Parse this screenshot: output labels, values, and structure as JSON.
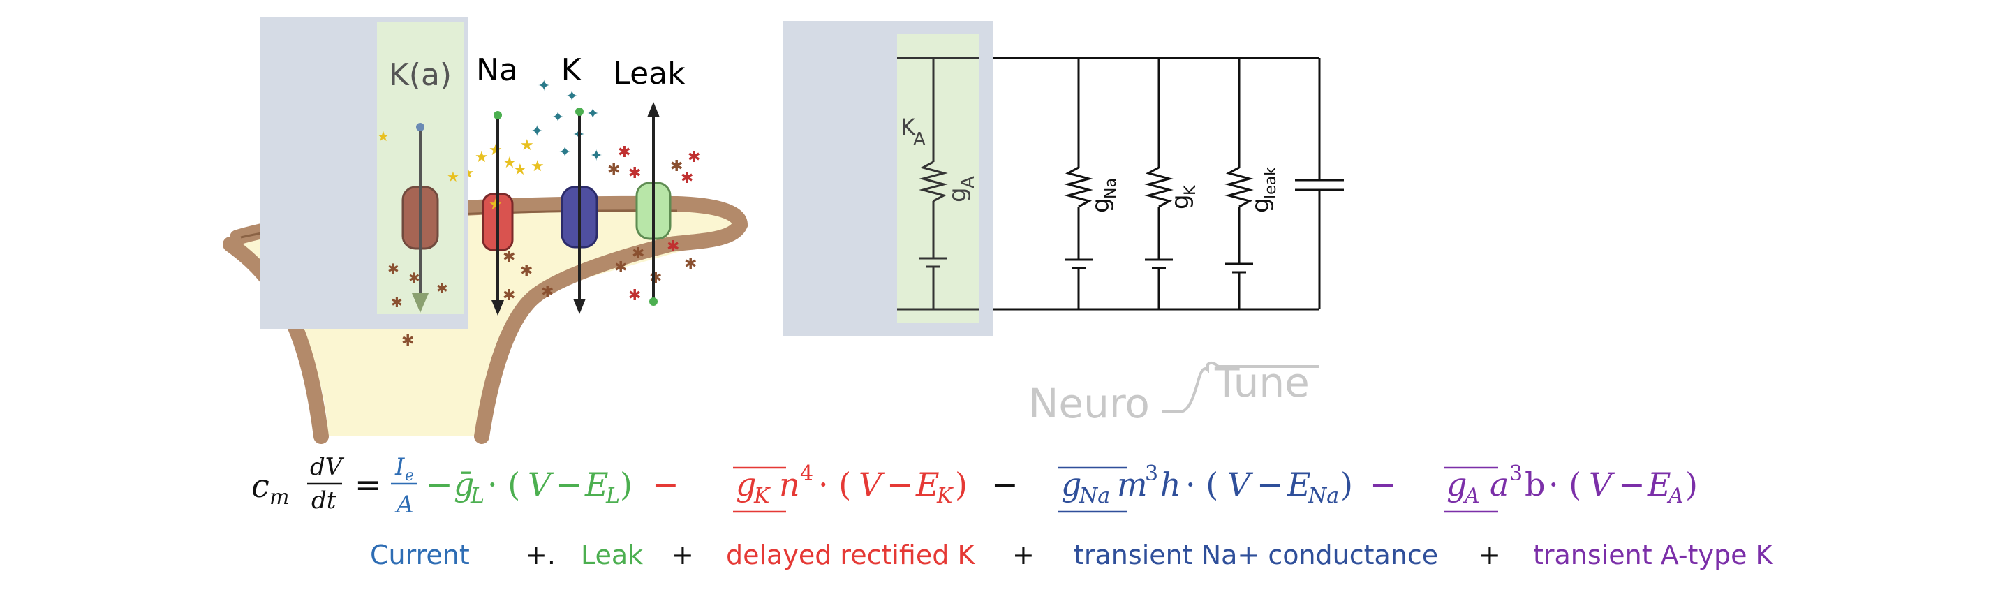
{
  "channels": {
    "ka": "K(a)",
    "na": "Na",
    "k": "K",
    "leak": "Leak"
  },
  "circuit": {
    "ka_label": "K",
    "ka_sub": "A",
    "ga_label": "g",
    "ga_sub": "A",
    "gna_label": "g",
    "gna_sub": "Na",
    "gk_label": "g",
    "gk_sub": "K",
    "gleak_label": "g",
    "gleak_sub": "leak"
  },
  "logo": {
    "left": "Neuro",
    "right": "Tune"
  },
  "legend": {
    "current": "Current",
    "plus1": "+.",
    "leak": "Leak",
    "plus2": "+",
    "delayed_k": "delayed rectified K",
    "plus3": "+",
    "transient_na": "transient Na+ conductance",
    "plus4": "+",
    "transient_a": "transient A-type K"
  },
  "colors": {
    "current": "#2e6db4",
    "leak": "#4caf50",
    "delayed_k": "#e53935",
    "transient_na": "#2f4f9a",
    "transient_a": "#7b2fa8",
    "overlay_grey": "#d5dbe5",
    "overlay_green": "#e2efd6",
    "membrane": "#b38a6a",
    "cytoplasm": "#fbf6d2"
  }
}
